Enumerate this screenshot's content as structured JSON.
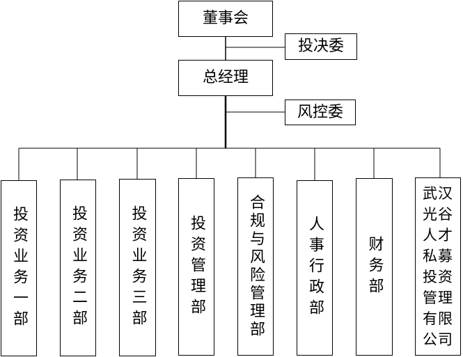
{
  "top": {
    "board": "董事会",
    "gm": "总经理"
  },
  "side": {
    "investment_committee": "投决委",
    "risk_committee": "风控委"
  },
  "departments": [
    "投资业务一部",
    "投资业务二部",
    "投资业务三部",
    "投资管理部",
    "合规与风险管理部",
    "人事行政部",
    "财务部"
  ],
  "subsidiary": {
    "lines": [
      "武汉",
      "光谷",
      "人才",
      "私募",
      "投资",
      "管理",
      "有限",
      "公司"
    ]
  },
  "colors": {
    "line": "#000000",
    "box_border": "#000000",
    "background": "#ffffff"
  }
}
